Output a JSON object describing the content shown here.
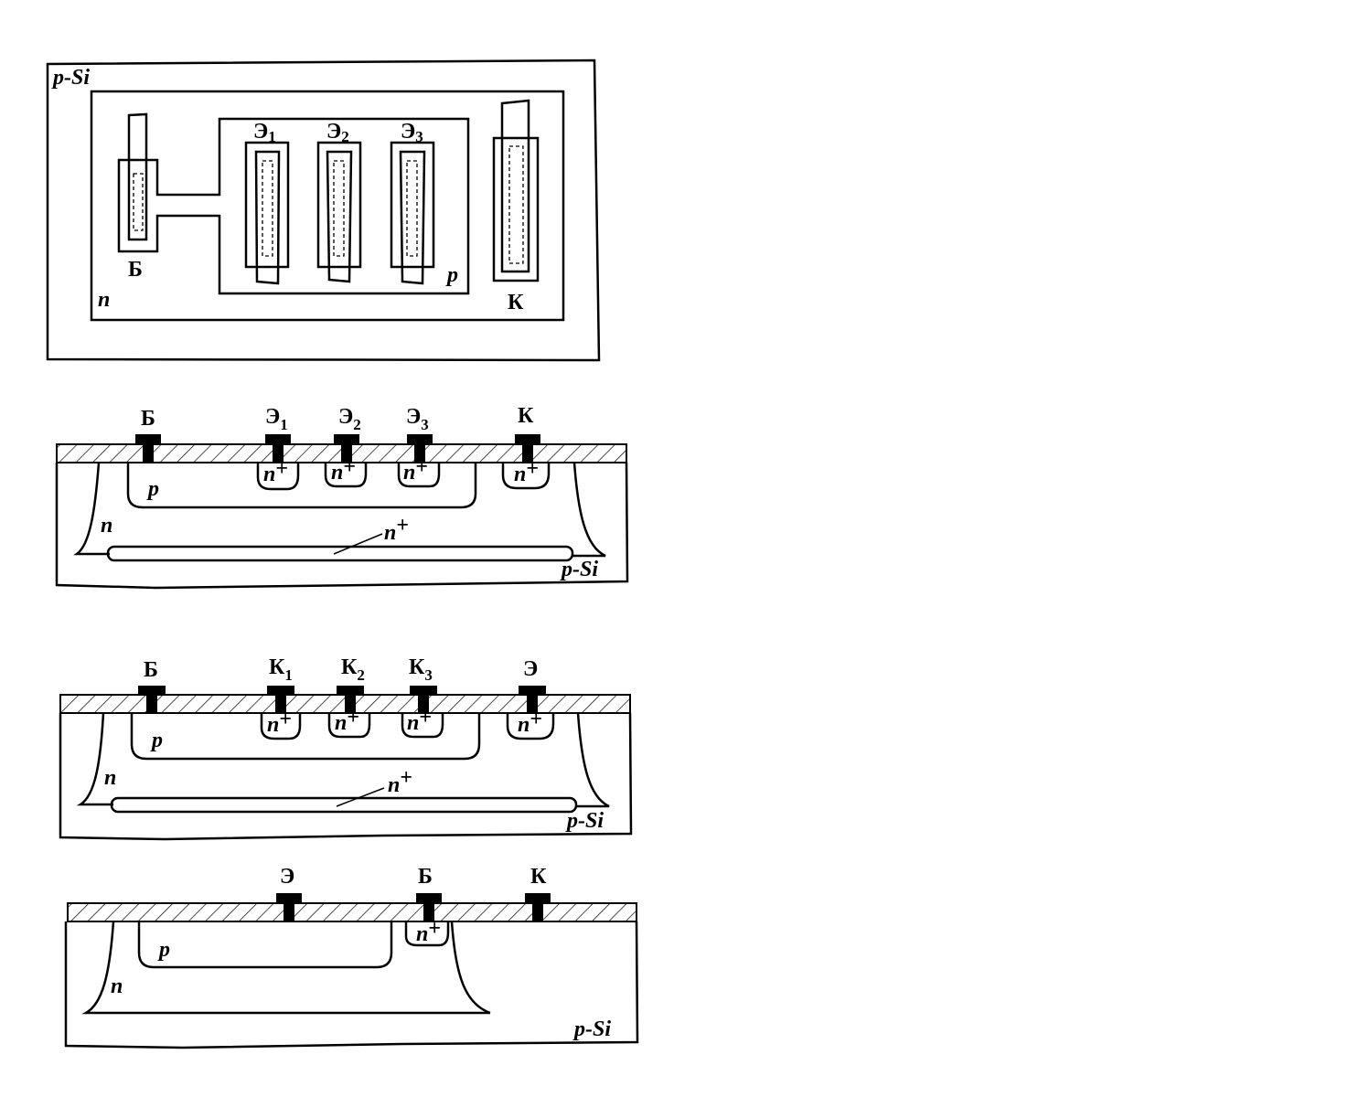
{
  "top_view": {
    "substrate": "p-Si",
    "n_region": "n",
    "p_region": "p",
    "base": "Б",
    "collector": "К",
    "emitters": [
      {
        "main": "Э",
        "sub": "1"
      },
      {
        "main": "Э",
        "sub": "2"
      },
      {
        "main": "Э",
        "sub": "3"
      }
    ]
  },
  "section_1": {
    "base": "Б",
    "collector": "К",
    "emitters": [
      {
        "main": "Э",
        "sub": "1"
      },
      {
        "main": "Э",
        "sub": "2"
      },
      {
        "main": "Э",
        "sub": "3"
      }
    ],
    "p_region": "p",
    "n_region": "n",
    "n_plus": "n",
    "plus": "+",
    "buried": "n",
    "substrate": "p-Si"
  },
  "section_2": {
    "base": "Б",
    "emitter": "Э",
    "collectors": [
      {
        "main": "К",
        "sub": "1"
      },
      {
        "main": "К",
        "sub": "2"
      },
      {
        "main": "К",
        "sub": "3"
      }
    ],
    "p_region": "p",
    "n_region": "n",
    "n_plus": "n",
    "plus": "+",
    "buried": "n",
    "substrate": "p-Si"
  },
  "section_3": {
    "emitter": "Э",
    "base": "Б",
    "collector": "К",
    "p_region": "p",
    "n_region": "n",
    "n_plus": "n",
    "plus": "+",
    "substrate": "p-Si"
  }
}
